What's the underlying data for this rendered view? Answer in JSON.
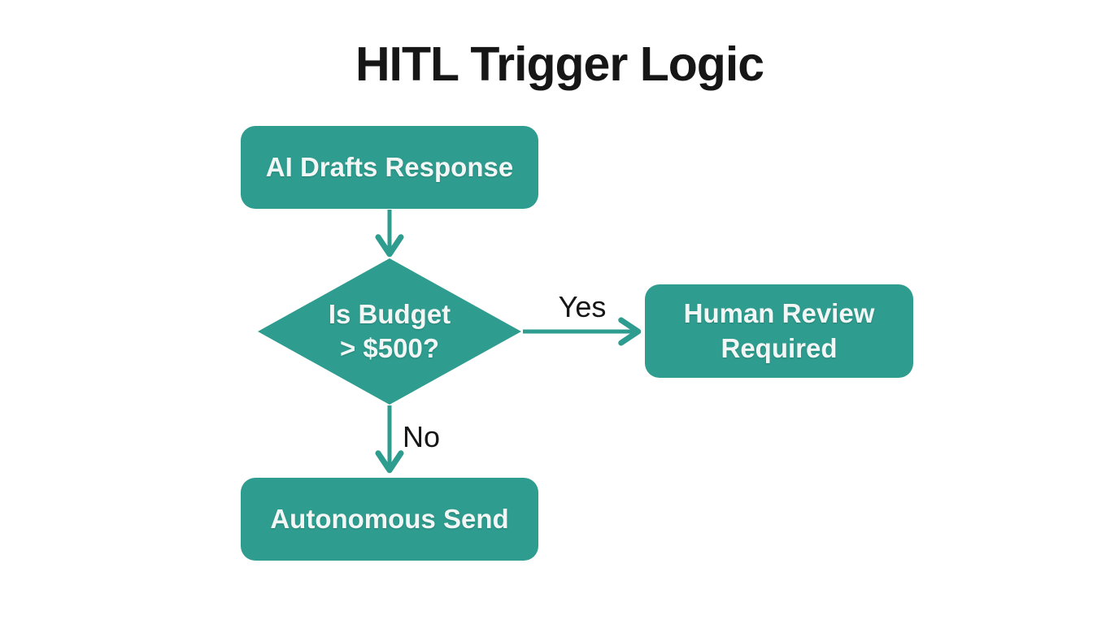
{
  "title": "HITL Trigger Logic",
  "colors": {
    "node_fill": "#2E9D8F",
    "node_text": "#F2F6F5",
    "arrow": "#2E9D8F",
    "label_text": "#161616",
    "background": "#FFFFFF"
  },
  "nodes": {
    "start": {
      "label": "AI Drafts Response",
      "type": "process"
    },
    "decision": {
      "label": "Is Budget\n> $500?",
      "type": "decision"
    },
    "review": {
      "label": "Human Review\nRequired",
      "type": "process"
    },
    "send": {
      "label": "Autonomous Send",
      "type": "process"
    }
  },
  "edges": [
    {
      "from": "start",
      "to": "decision",
      "label": ""
    },
    {
      "from": "decision",
      "to": "review",
      "label": "Yes"
    },
    {
      "from": "decision",
      "to": "send",
      "label": "No"
    }
  ],
  "edge_labels": {
    "yes": "Yes",
    "no": "No"
  }
}
